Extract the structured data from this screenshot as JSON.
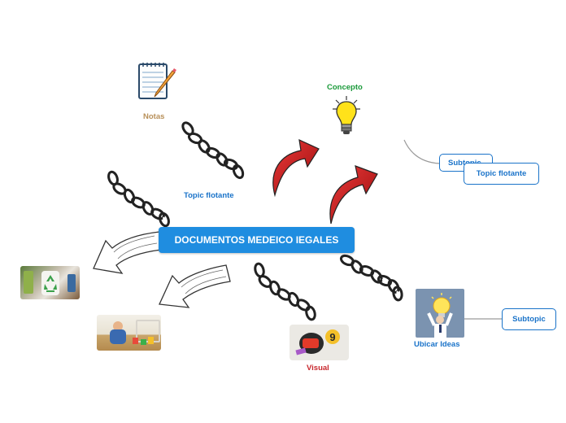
{
  "central_topic": "DOCUMENTOS MEDEICO IEGALES",
  "nodes": {
    "notas": "Notas",
    "concepto": "Concepto",
    "topic_flotante_left": "Topic flotante",
    "subtopic_behind": "Subtopic",
    "topic_flotante_right": "Topic flotante",
    "visual": "Visual",
    "ubicar_ideas": "Ubicar Ideas",
    "subtopic_right": "Subtopic"
  },
  "colors": {
    "central_bg": "#1f8de0",
    "topic_text": "#1a73c9",
    "notas_text": "#b8905a",
    "concepto_text": "#1a9a3a",
    "visual_text": "#c8272d",
    "arrow_red": "#c81e1e"
  },
  "icons": [
    "notepad-pencil-icon",
    "lightbulb-icon",
    "chain-icon",
    "red-arrow-icon",
    "sketch-arrow-icon",
    "recycle-image",
    "child-playing-image",
    "toolbox-image",
    "ideas-person-image"
  ]
}
